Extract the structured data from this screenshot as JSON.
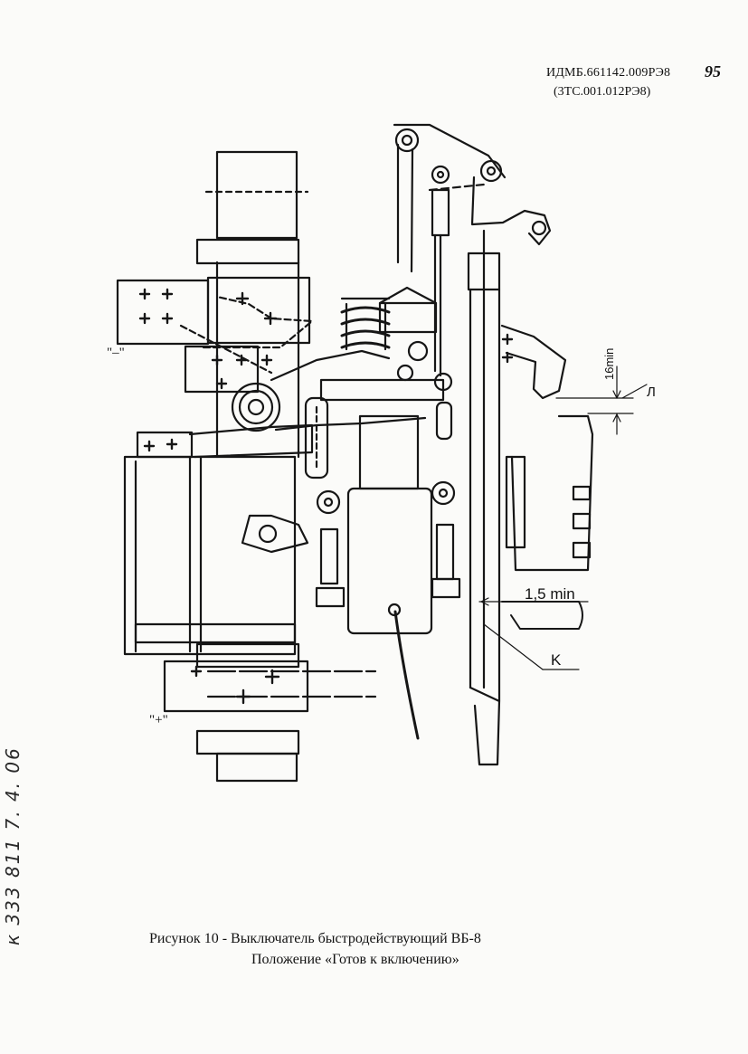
{
  "header": {
    "document_code": "ИДМБ.661142.009РЭ8",
    "page_number": "95",
    "alt_document_code": "(3ТС.001.012РЭ8)"
  },
  "drawing": {
    "labels": {
      "minus_terminal": "\"–\"",
      "plus_terminal": "\"+\"",
      "dim_16min": "16min",
      "dim_15min": "1,5 min",
      "label_k": "K",
      "label_l": "Л"
    }
  },
  "caption": {
    "line1": "Рисунок 10 - Выключатель быстродействующий ВБ-8",
    "line2": "Положение «Готов к включению»"
  },
  "margin_note": "к 333 811  7. 4. 06"
}
